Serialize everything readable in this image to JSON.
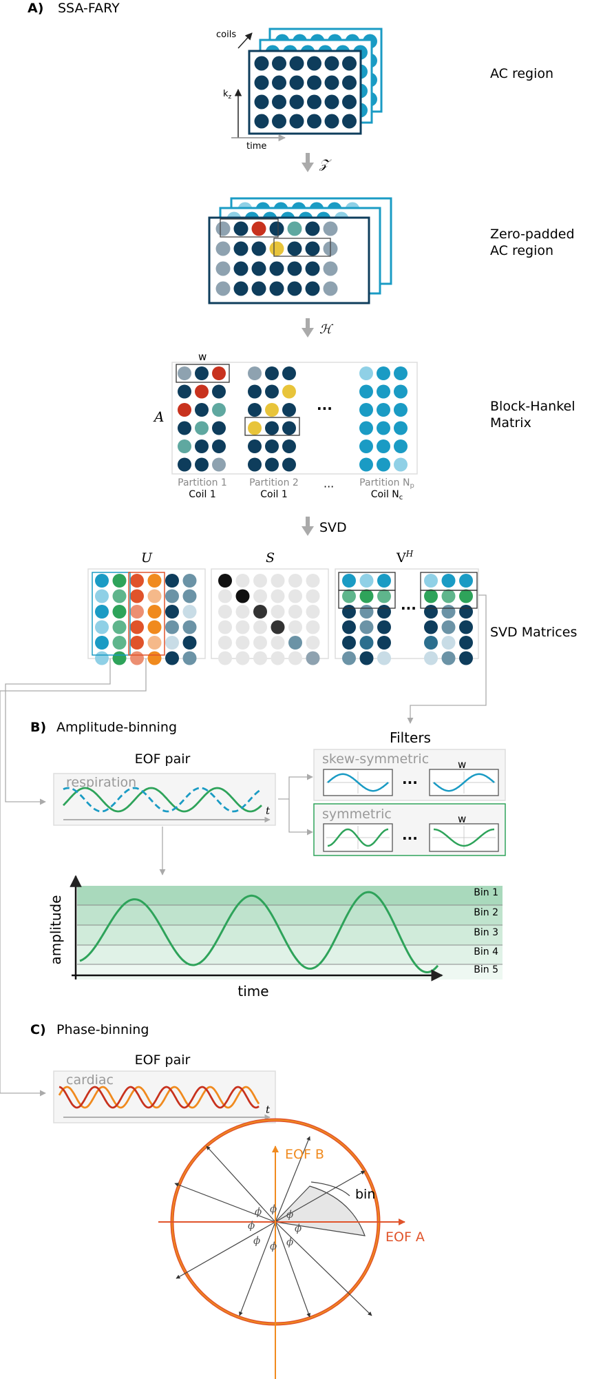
{
  "sections": {
    "a": {
      "letter": "A)",
      "title": "SSA-FARY"
    },
    "b": {
      "letter": "B)",
      "title": "Amplitude-binning"
    },
    "c": {
      "letter": "C)",
      "title": "Phase-binning"
    }
  },
  "labels": {
    "ac_region": "AC region",
    "zero_padded_1": "Zero-padded",
    "zero_padded_2": "AC region",
    "block_hankel_1": "Block-Hankel",
    "block_hankel_2": "Matrix",
    "svd_matrices": "SVD Matrices"
  },
  "axes": {
    "coils": "coils",
    "kz": "k",
    "kz_sub": "z",
    "time": "time"
  },
  "ops": {
    "z": "𝒵",
    "h": "ℋ",
    "svd": "SVD"
  },
  "hankel": {
    "matrix_symbol": "A",
    "window": "w",
    "ellipsis": "···",
    "p1": "Partition 1",
    "c1": "Coil 1",
    "p2": "Partition 2",
    "c2": "Coil 1",
    "pn": "Partition N",
    "pn_sub": "p",
    "cn": "Coil N",
    "cn_sub": "c",
    "label_ellipsis": "···"
  },
  "svd": {
    "u": "U",
    "s": "S",
    "v": "V",
    "v_sup": "H",
    "ellipsis": "···"
  },
  "amp": {
    "filters_title": "Filters",
    "eof_pair": "EOF pair",
    "signal": "respiration",
    "t": "t",
    "skew": "skew-symmetric",
    "sym": "symmetric",
    "w1": "w",
    "w2": "w",
    "ellipsis1": "···",
    "ellipsis2": "···",
    "ylabel": "amplitude",
    "xlabel": "time",
    "bins": [
      "Bin 1",
      "Bin 2",
      "Bin 3",
      "Bin 4",
      "Bin 5"
    ]
  },
  "phase": {
    "eof_pair": "EOF pair",
    "signal": "cardiac",
    "t": "t",
    "eof_a": "EOF A",
    "eof_b": "EOF B",
    "bin": "bin",
    "phi": "ϕ"
  },
  "colors": {
    "navy": "#0e3d5c",
    "teal": "#1a9bc4",
    "red": "#c8321e",
    "yellow": "#e8c43a",
    "green": "#2ea35a",
    "orange": "#f08a1e",
    "orange_red": "#e0532a"
  }
}
